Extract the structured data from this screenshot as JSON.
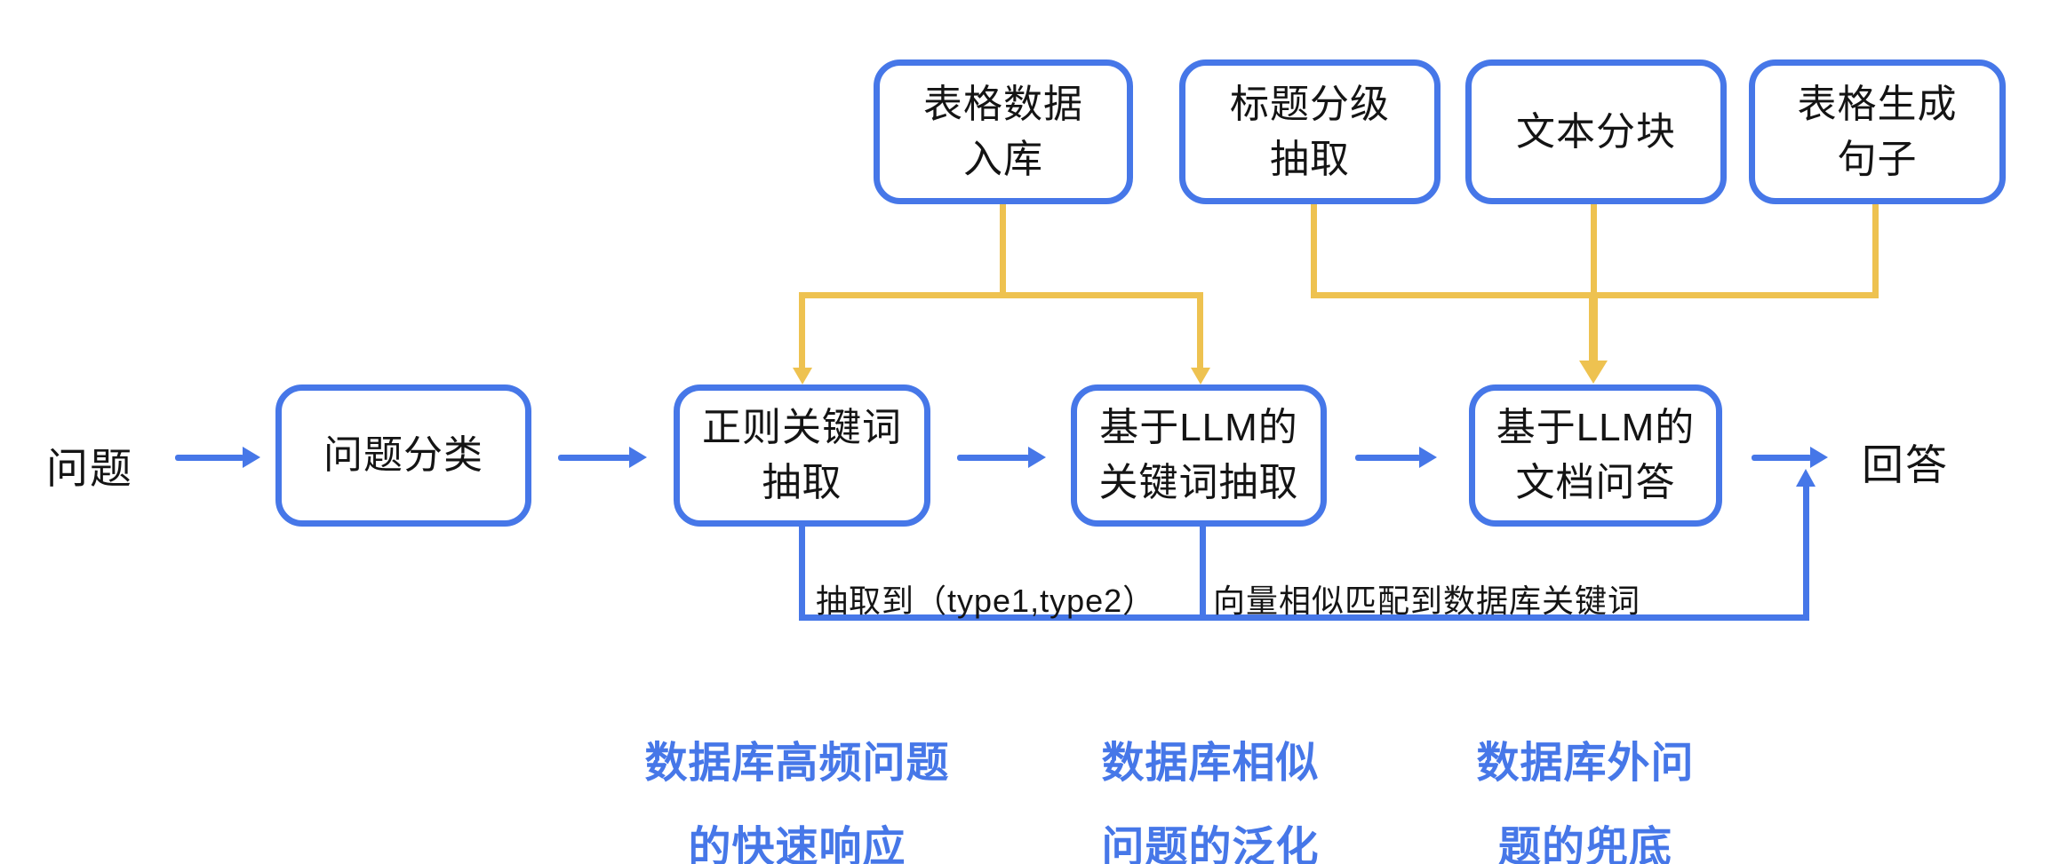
{
  "colors": {
    "blue": "#4677e8",
    "yellow": "#eec250",
    "text": "#141414",
    "background": "#ffffff"
  },
  "top_boxes": [
    {
      "line1": "表格数据",
      "line2": "入库"
    },
    {
      "line1": "标题分级",
      "line2": "抽取"
    },
    {
      "line1": "文本分块"
    },
    {
      "line1": "表格生成",
      "line2": "句子"
    }
  ],
  "main_boxes": [
    {
      "line1": "问题分类"
    },
    {
      "line1": "正则关键词",
      "line2": "抽取"
    },
    {
      "line1": "基于LLM的",
      "line2": "关键词抽取"
    },
    {
      "line1": "基于LLM的",
      "line2": "文档问答"
    }
  ],
  "io": {
    "input": "问题",
    "output": "回答"
  },
  "edge_labels": {
    "extracted": "抽取到（type1,type2）",
    "vector_match": "向量相似匹配到数据库关键词"
  },
  "captions": [
    {
      "line1": "数据库高频问题",
      "line2": "的快速响应"
    },
    {
      "line1": "数据库相似",
      "line2": "问题的泛化"
    },
    {
      "line1": "数据库外问",
      "line2": "题的兜底"
    }
  ]
}
